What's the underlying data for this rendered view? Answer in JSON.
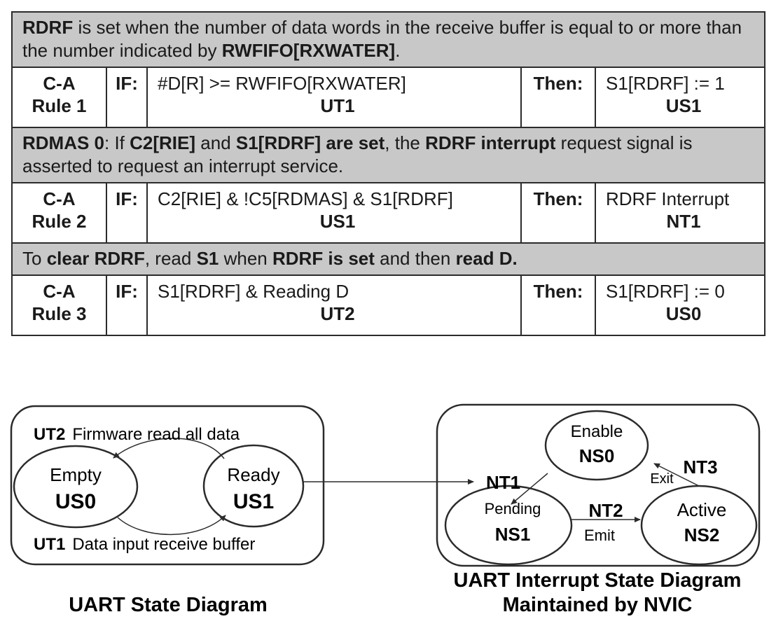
{
  "rules": {
    "banner1": [
      "RDRF",
      " is set when the number of data words in the receive buffer is equal to or more than the number indicated by ",
      "RWFIFO[RXWATER]",
      "."
    ],
    "banner2": [
      "RDMAS 0",
      ": If ",
      "C2[RIE]",
      " and ",
      "S1[RDRF] are set",
      ", the ",
      "RDRF interrupt",
      " request signal is asserted to request an interrupt service."
    ],
    "banner3": [
      "To ",
      "clear RDRF",
      ", read ",
      "S1",
      " when ",
      "RDRF is set",
      " and then ",
      "read D."
    ],
    "rows": [
      {
        "name_a": "C-A",
        "name_b": "Rule 1",
        "if_label": "IF:",
        "condition": "#D[R] >= RWFIFO[RXWATER]",
        "cond_tag": "UT1",
        "then_label": "Then:",
        "action": "S1[RDRF] := 1",
        "act_tag": "US1"
      },
      {
        "name_a": "C-A",
        "name_b": "Rule 2",
        "if_label": "IF:",
        "condition": "C2[RIE] & !C5[RDMAS] & S1[RDRF]",
        "cond_tag": "US1",
        "then_label": "Then:",
        "action": "RDRF Interrupt",
        "act_tag": "NT1"
      },
      {
        "name_a": "C-A",
        "name_b": "Rule 3",
        "if_label": "IF:",
        "condition": "S1[RDRF]  & Reading D",
        "cond_tag": "UT2",
        "then_label": "Then:",
        "action": "S1[RDRF] := 0",
        "act_tag": "US0"
      }
    ]
  },
  "uart": {
    "title": "UART State Diagram",
    "empty": {
      "name": "Empty",
      "code": "US0"
    },
    "ready": {
      "name": "Ready",
      "code": "US1"
    },
    "top_edge": {
      "code": "UT2",
      "text": "Firmware read all data"
    },
    "bottom_edge": {
      "code": "UT1",
      "text": "Data input receive buffer"
    }
  },
  "nvic": {
    "title_line1": "UART Interrupt State Diagram",
    "title_line2": "Maintained by NVIC",
    "enable": {
      "name": "Enable",
      "code": "NS0"
    },
    "pending": {
      "name": "Pending",
      "code": "NS1"
    },
    "active": {
      "name": "Active",
      "code": "NS2"
    },
    "nt1": "NT1",
    "nt2": "NT2",
    "nt2_text": "Emit",
    "nt3": "NT3",
    "nt3_text": "Exit"
  }
}
